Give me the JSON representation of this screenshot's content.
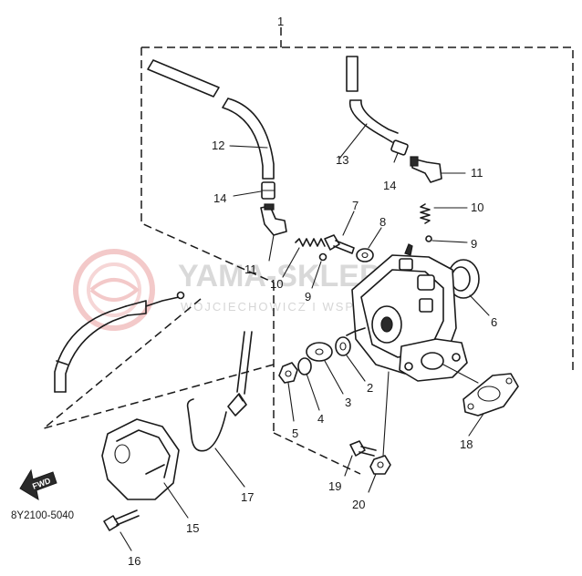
{
  "watermark": {
    "brand": "YAMA-SKLEP.PL",
    "owner": "WOJCIECHOWICZ I WSP. SERVEMANA"
  },
  "diagram_code": "8Y2100-5040",
  "fwd_label": "FWD",
  "callouts": {
    "c1": "1",
    "c2": "2",
    "c3": "3",
    "c4": "4",
    "c5": "5",
    "c6": "6",
    "c7": "7",
    "c8": "8",
    "c9a": "9",
    "c9b": "9",
    "c10a": "10",
    "c10b": "10",
    "c11a": "11",
    "c11b": "11",
    "c12": "12",
    "c13": "13",
    "c14a": "14",
    "c14b": "14",
    "c15": "15",
    "c16": "16",
    "c17": "17",
    "c18": "18",
    "c19": "19",
    "c20": "20"
  }
}
